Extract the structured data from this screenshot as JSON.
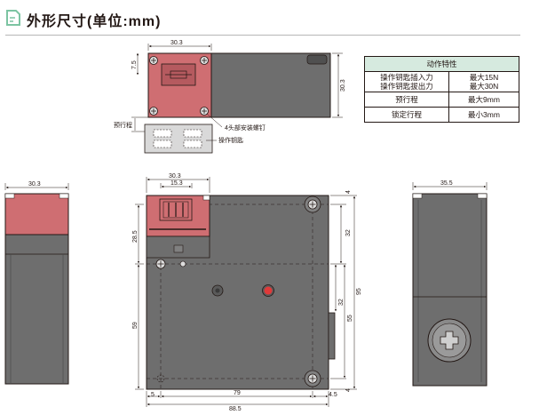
{
  "header": {
    "title": "外形尺寸(单位:mm)",
    "accent_color": "#7cc4a2",
    "icon": "document-icon"
  },
  "spec_table": {
    "title": "动作特性",
    "header_color": "#d6eadf",
    "rows": [
      {
        "label": "操作钥匙插入力\n操作钥匙拔出力",
        "value": "最大15N\n最大30N"
      },
      {
        "label": "预行程",
        "value": "最大9mm"
      },
      {
        "label": "锁定行程",
        "value": "最小3mm"
      }
    ]
  },
  "top_view": {
    "dim_width": "30.3",
    "dim_left": "7.5",
    "dim_height": "30.3",
    "label_pretravel": "预行程",
    "label_screws": "4头部安装螺钉",
    "label_key": "操作钥匙"
  },
  "left_view": {
    "dim_width": "30.3"
  },
  "front_view": {
    "dim_head": "30.3",
    "dim_slot": "15.3",
    "dim_left_upper": "28.5",
    "dim_left_lower": "59",
    "dim_right_top": "4",
    "dim_right_upper": "32",
    "dim_right_mid": "32",
    "dim_right_lower": "55",
    "dim_right_total": "95",
    "dim_right_bottom": "4",
    "dim_bottom_left": "5",
    "dim_bottom_mid": "79",
    "dim_bottom_right": "4.5",
    "dim_bottom_total": "88.5"
  },
  "right_view": {
    "dim_width": "35.5"
  },
  "colors": {
    "body_gray": "#6e6e6e",
    "head_red": "#cf6e72",
    "line": "#231815",
    "indicator_red": "#e03a3a"
  }
}
